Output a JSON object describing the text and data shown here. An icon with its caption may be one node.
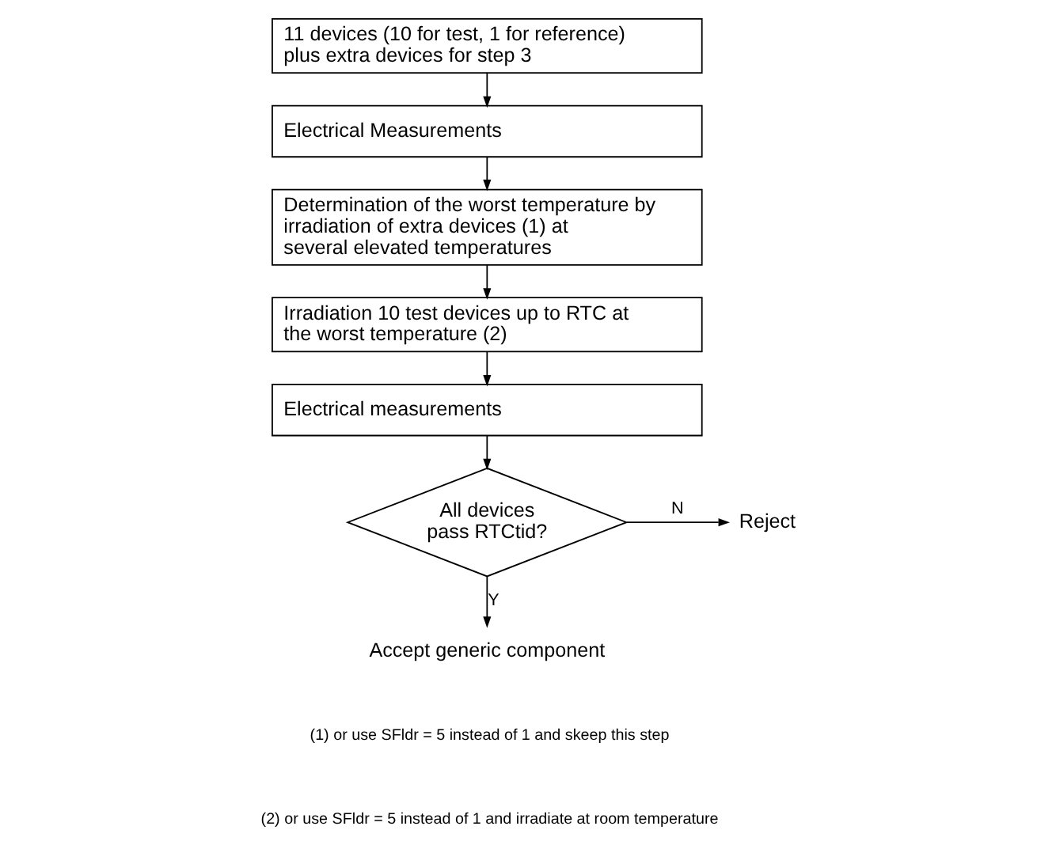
{
  "diagram": {
    "nodes": [
      {
        "text": [
          "11 devices (10 for test, 1 for reference) plus extra devices for step 3"
        ]
      },
      {
        "text": [
          "Electrical Measurements"
        ]
      },
      {
        "text": [
          "Determination of the worst temperature by irradiation of extra devices (1) at several elevated temperatures"
        ]
      },
      {
        "text": [
          "Irradiation 10 test devices up to RTC at the worst temperature (2)"
        ]
      },
      {
        "text": [
          "Electrical measurements"
        ]
      },
      {
        "text": [
          "All devices pass RTCtid?"
        ]
      },
      {
        "text": [
          "Reject"
        ]
      },
      {
        "text": [
          "Accept generic component"
        ]
      }
    ],
    "edges": [
      {
        "from": 0,
        "to": 1,
        "arrow": "to"
      },
      {
        "from": 1,
        "to": 2,
        "arrow": "to"
      },
      {
        "from": 2,
        "to": 3,
        "arrow": "to"
      },
      {
        "from": 3,
        "to": 4,
        "arrow": "to"
      },
      {
        "from": 4,
        "to": 5,
        "arrow": "to"
      },
      {
        "from": 5,
        "to": 6,
        "arrow": "to",
        "label": "N"
      },
      {
        "from": 5,
        "to": 7,
        "arrow": "to",
        "label": "Y"
      }
    ],
    "labels": [
      "(1) or use SFldr = 5 instead of 1 and skeep this step",
      "(2) or use SFldr = 5 instead of 1 and irradiate at room temperature"
    ]
  }
}
